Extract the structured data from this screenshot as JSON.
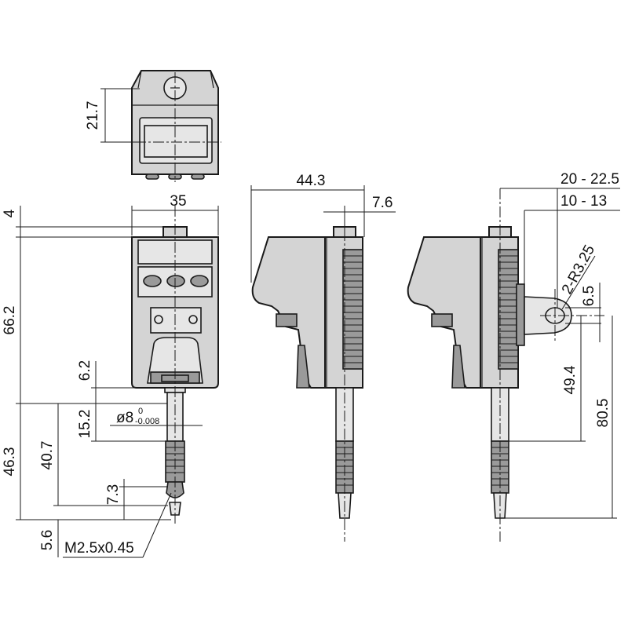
{
  "dimensions": {
    "top_view_height": "21.7",
    "front_width": "35",
    "front_top_offset": "4",
    "front_body_height": "66.2",
    "bottom_offset": "6.2",
    "stem_length": "15.2",
    "stem_diameter": "ø8",
    "stem_tol_upper": "0",
    "stem_tol_lower": "-0.008",
    "spindle_length": "40.7",
    "total_lower": "46.3",
    "contact_length": "7.3",
    "tip_length": "5.6",
    "thread": "M2.5x0.45",
    "side_depth": "44.3",
    "side_offset": "7.6",
    "lug_range_outer": "20 - 22.5",
    "lug_range_inner": "10 - 13",
    "lug_radius": "2-R3.25",
    "lug_hole": "6.5",
    "lug_to_tip": "49.4",
    "lug_total": "80.5"
  }
}
